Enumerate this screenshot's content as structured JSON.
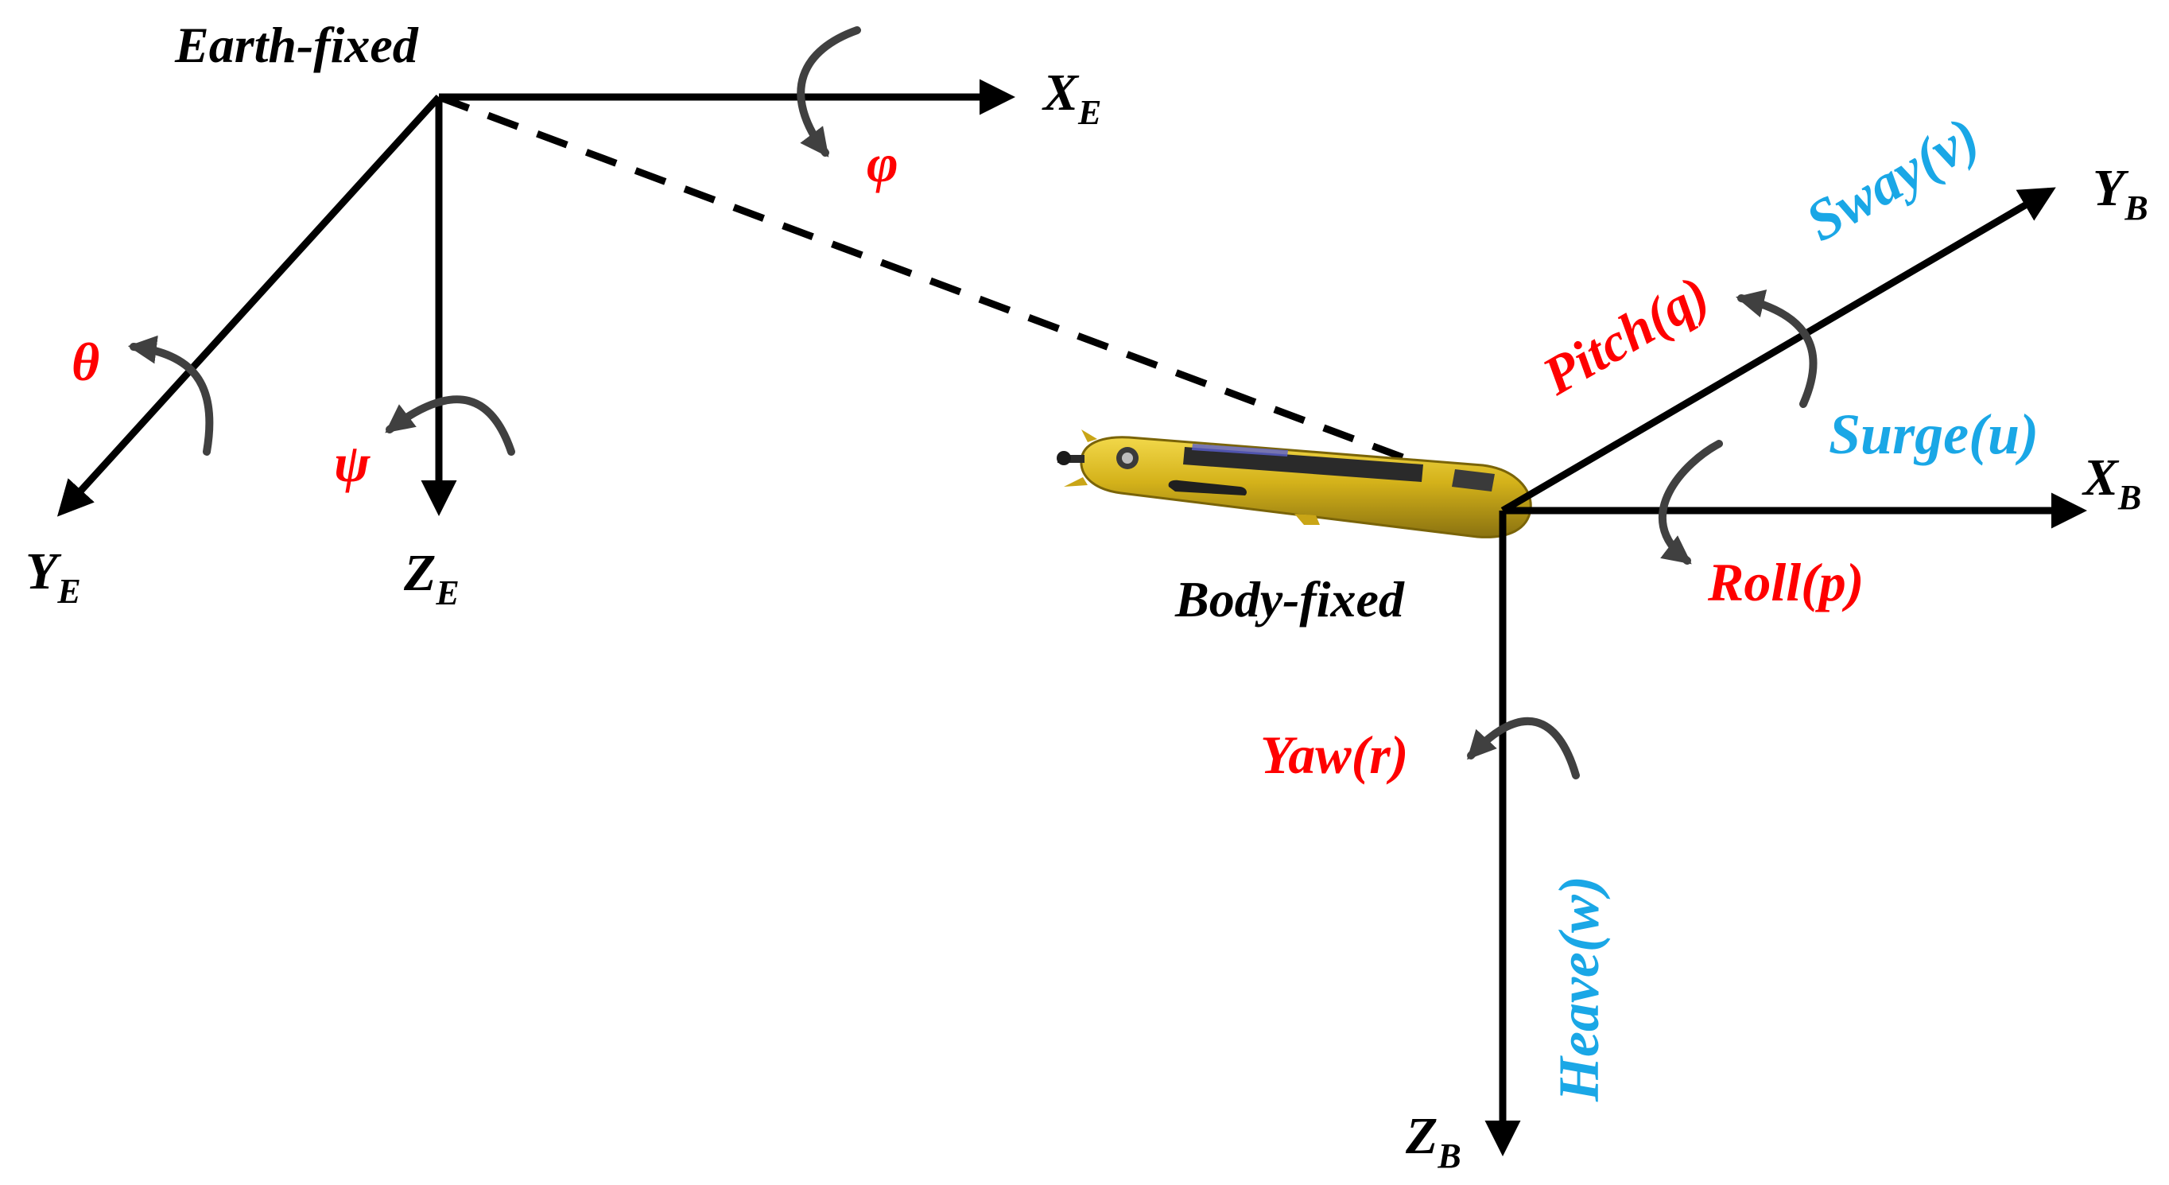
{
  "colors": {
    "axis": "#000000",
    "rotation_arrow": "#404040",
    "rotation_label": "#ff0000",
    "translation_label": "#1aa7e6",
    "vehicle_body": "#d4b21a"
  },
  "frames": {
    "earth": {
      "title": "Earth-fixed",
      "x_axis": {
        "letter": "X",
        "sub": "E"
      },
      "y_axis": {
        "letter": "Y",
        "sub": "E"
      },
      "z_axis": {
        "letter": "Z",
        "sub": "E"
      },
      "rotations": {
        "about_x": "φ",
        "about_y": "θ",
        "about_z": "ψ"
      }
    },
    "body": {
      "title": "Body-fixed",
      "x_axis": {
        "letter": "X",
        "sub": "B"
      },
      "y_axis": {
        "letter": "Y",
        "sub": "B"
      },
      "z_axis": {
        "letter": "Z",
        "sub": "B"
      },
      "motions": {
        "surge": "Surge(u)",
        "sway": "Sway(v)",
        "heave": "Heave(w)",
        "roll": "Roll(p)",
        "pitch": "Pitch(q)",
        "yaw": "Yaw(r)"
      }
    }
  },
  "vehicle": {
    "icon": "auv-vehicle-icon"
  }
}
